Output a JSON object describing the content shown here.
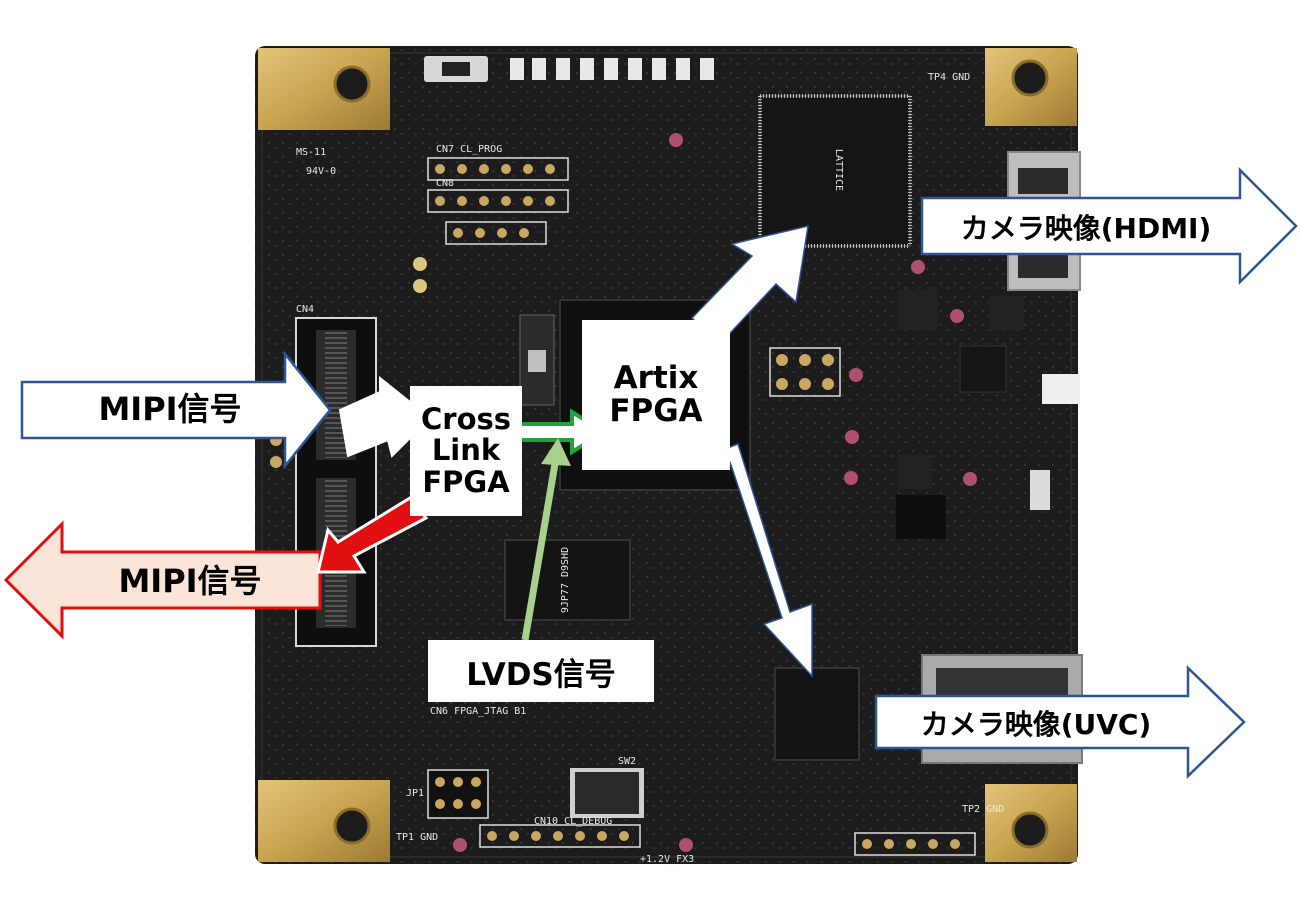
{
  "labels": {
    "mipi_in": "MIPI信号",
    "mipi_out": "MIPI信号",
    "crosslink_line1": "Cross",
    "crosslink_line2": "Link",
    "crosslink_line3": "FPGA",
    "artix_line1": "Artix",
    "artix_line2": "FPGA",
    "lvds": "LVDS信号",
    "hdmi_out": "カメラ映像(HDMI)",
    "uvc_out": "カメラ映像(UVC)"
  },
  "board_markings": {
    "cert": "MS-11",
    "rating": "94V-0",
    "cn7": "CN7  CL_PROG",
    "cn8": "CN8",
    "cn4": "CN4",
    "cn10": "CN10   CL_DEBUG",
    "cn6": "CN6  FPGA_JTAG B1",
    "jp1": "JP1",
    "sw2": "SW2",
    "tp1": "TP1 GND",
    "tp2": "TP2 GND",
    "tp4": "TP4 GND",
    "vdd": "+1.2V_FX3",
    "fpga_chip": "LATTICE",
    "ram_chip": "9JP77 D9SHD"
  },
  "colors": {
    "board": "#1c1c1c",
    "pad_gold": "#c9a450",
    "blue_arrow_stroke": "#2f5597",
    "red_arrow_stroke": "#e01010",
    "red_arrow_fill": "#fbe4d8",
    "green_arrow_stroke": "#22a33a",
    "light_green": "#a9d18e"
  }
}
